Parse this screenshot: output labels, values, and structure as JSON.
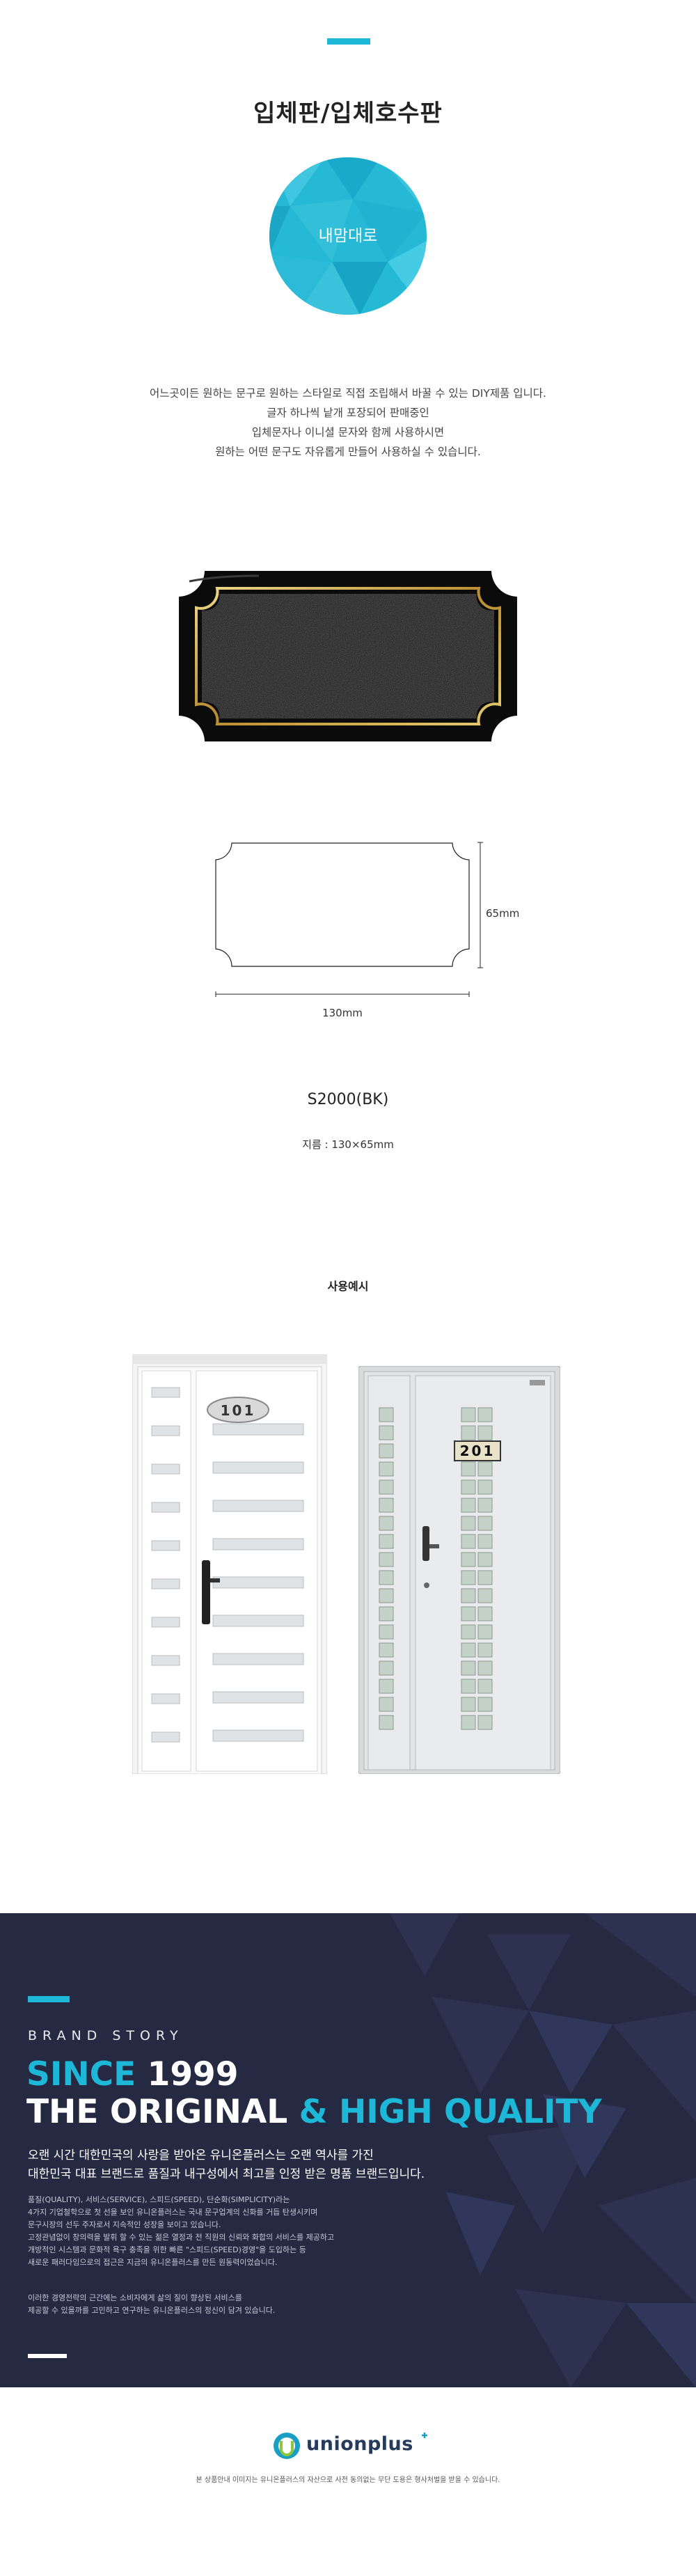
{
  "header": {
    "title": "입체판/입체호수판",
    "badge_label": "내맘대로"
  },
  "description": [
    "어느곳이든 원하는 문구로 원하는 스타일로 직접 조립해서 바꿀 수 있는 DIY제품 입니다.",
    "글자 하나씩 낱개 포장되어 판매중인",
    "입체문자나 이니셜 문자와 함께 사용하시면",
    "원하는 어떤 문구도 자유롭게 만들어 사용하실 수 있습니다."
  ],
  "dimensions": {
    "height_label": "65mm",
    "width_label": "130mm"
  },
  "model": {
    "name": "S2000(BK)",
    "size_label": "지름 : 130×65mm"
  },
  "usage": {
    "title": "사용예시",
    "door1_number": "101",
    "door2_number": "201"
  },
  "brand": {
    "story_label": "BRAND STORY",
    "since_prefix": "SINCE",
    "since_year": " 1999",
    "original_prefix": "THE ORIGINAL",
    "original_suffix": " & HIGH QUALITY",
    "lead_lines": [
      "오랜 시간 대한민국의 사랑을 받아온 유니온플러스는 오랜 역사를 가진",
      "대한민국 대표 브랜드로 품질과 내구성에서 최고를 인정 받은 명품 브랜드입니다."
    ],
    "body_lines": [
      "품질(QUALITY), 서비스(SERVICE), 스피드(SPEED), 단순화(SIMPLICITY)라는",
      "4가지 기업철학으로 첫 선을 보인 유니온플러스는 국내 문구업계의 신화를 거듭 탄생시키며",
      "문구시장의 선두 주자로서 지속적인 성장을 보이고 있습니다.",
      "고정관념없이 창의력을 발휘 할 수 있는 젊은 열정과 전 직원의 신뢰와 화합의 서비스를 제공하고",
      "개방적인 시스템과 문화적 욕구 충족을 위한 빠른 \"스피드(SPEED)경영\"을 도입하는 등",
      "새로운 패러다임으로의 접근은 지금의 유니온플러스를 만든 원동력이었습니다."
    ],
    "closing_lines": [
      "이러한 경영전략의 근간에는 소비자에게 삶의 질이 향상된 서비스를",
      "제공할 수 있을까를 고민하고 연구하는 유니온플러스의 정신이 담겨 있습니다."
    ]
  },
  "footer": {
    "logo_text": "unionplus",
    "note": "본 상품안내 이미지는 유니온플러스의 자산으로 사전 동의없는 무단 도용은 형사처벌을 받을 수 있습니다."
  },
  "colors": {
    "accent": "#1db8d8",
    "navy": "#252a42",
    "plate": "#0a0a0a",
    "gold": "#c9a64a"
  }
}
